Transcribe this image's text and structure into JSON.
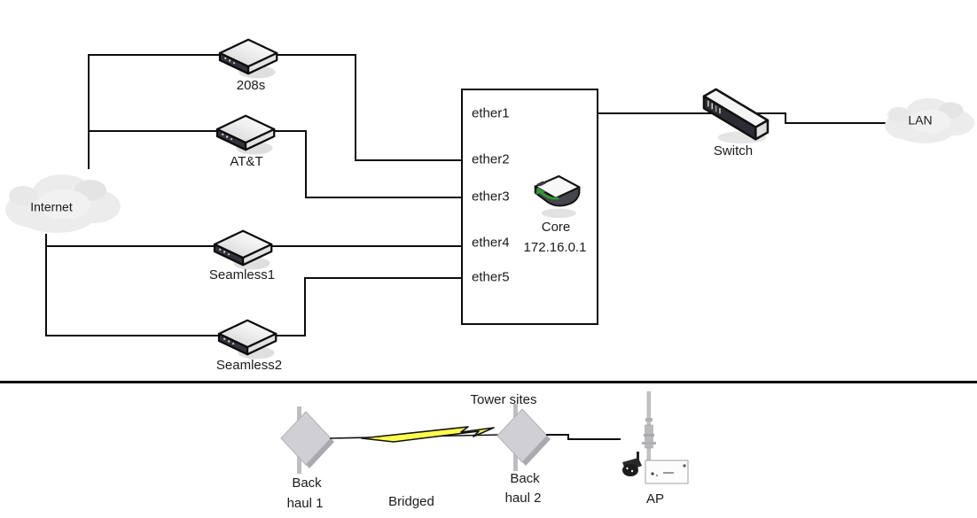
{
  "top": {
    "internet": "Internet",
    "modems": [
      {
        "name": "208s"
      },
      {
        "name": "AT&T"
      },
      {
        "name": "Seamless1"
      },
      {
        "name": "Seamless2"
      }
    ],
    "core_box": {
      "ports": [
        "ether1",
        "ether2",
        "ether3",
        "ether4",
        "ether5"
      ],
      "router_name": "Core",
      "router_ip": "172.16.0.1"
    },
    "switch_label": "Switch",
    "lan": "LAN"
  },
  "bottom": {
    "title": "Tower sites",
    "backhaul1_line1": "Back",
    "backhaul1_line2": "haul 1",
    "link_label": "Bridged",
    "backhaul2_line1": "Back",
    "backhaul2_line2": "haul 2",
    "ap_label": "AP"
  },
  "colors": {
    "line": "#0c0c0c",
    "lightning_fill": "#ffff4d",
    "cloud_fill": "#ececec",
    "device_dark": "#32323c",
    "accent_green": "#2f9e2f"
  }
}
